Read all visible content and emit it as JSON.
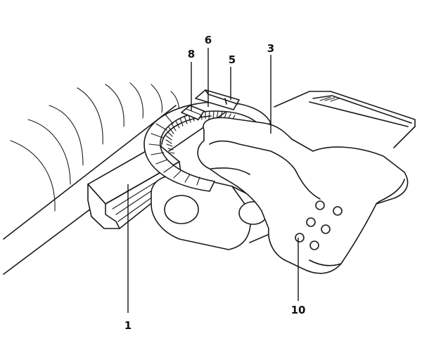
{
  "labels": {
    "part_1": "1",
    "part_3": "3",
    "part_5": "5",
    "part_6": "6",
    "part_8": "8",
    "part_10": "10"
  },
  "colors": {
    "line": "#1a1a1a",
    "background": "#ffffff"
  }
}
